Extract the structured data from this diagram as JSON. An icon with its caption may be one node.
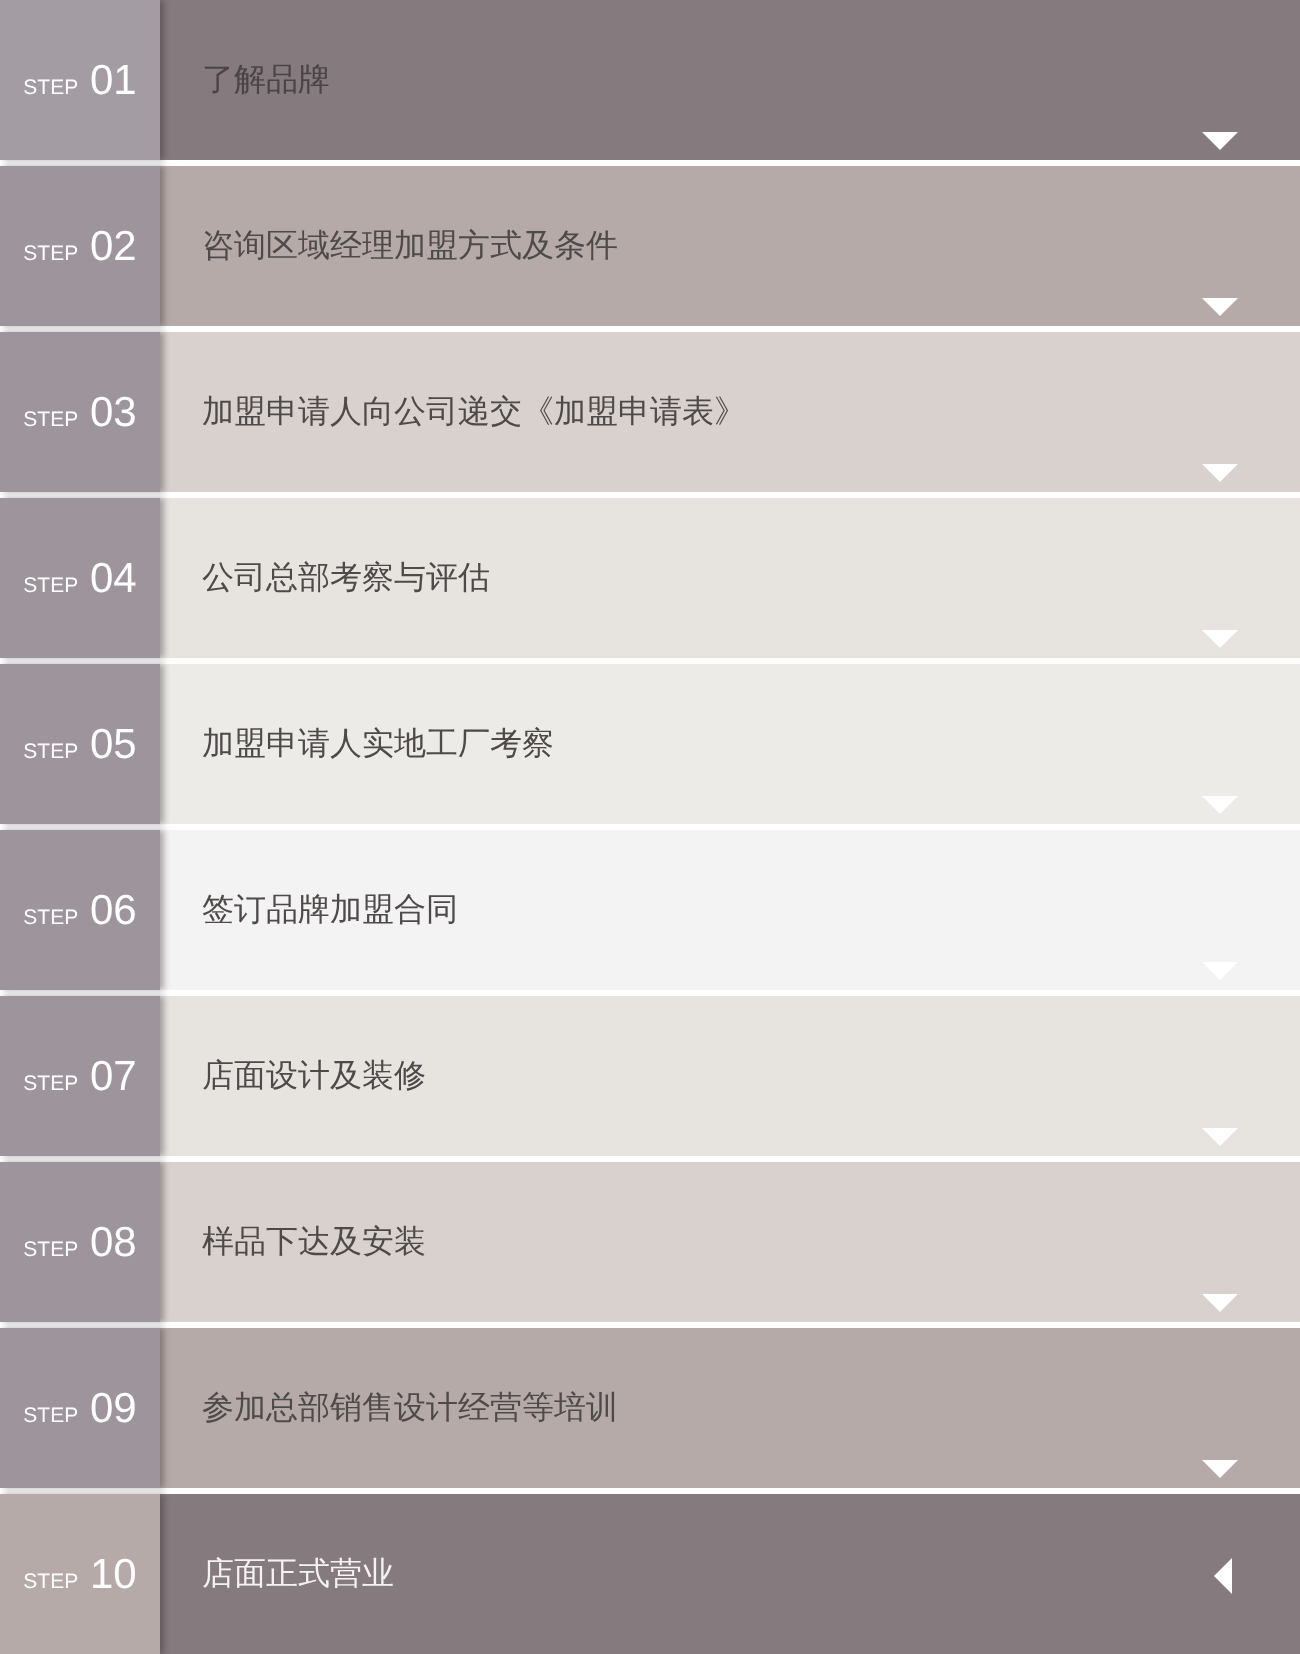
{
  "diagram": {
    "nodes": [
      {
        "text": [
          "STEP 01",
          "了解品牌"
        ]
      },
      {
        "text": [
          "STEP 02",
          "咨询区域经理加盟方式及条件"
        ]
      },
      {
        "text": [
          "STEP 03",
          "加盟申请人向公司递交《加盟申请表》"
        ]
      },
      {
        "text": [
          "STEP 04",
          "公司总部考察与评估"
        ]
      },
      {
        "text": [
          "STEP 05",
          "加盟申请人实地工厂考察"
        ]
      },
      {
        "text": [
          "STEP 06",
          "签订品牌加盟合同"
        ]
      },
      {
        "text": [
          "STEP 07",
          "店面设计及装修"
        ]
      },
      {
        "text": [
          "STEP 08",
          "样品下达及安装"
        ]
      },
      {
        "text": [
          "STEP 09",
          "参加总部销售设计经营等培训"
        ]
      },
      {
        "text": [
          "STEP 10",
          "店面正式营业"
        ]
      }
    ]
  }
}
